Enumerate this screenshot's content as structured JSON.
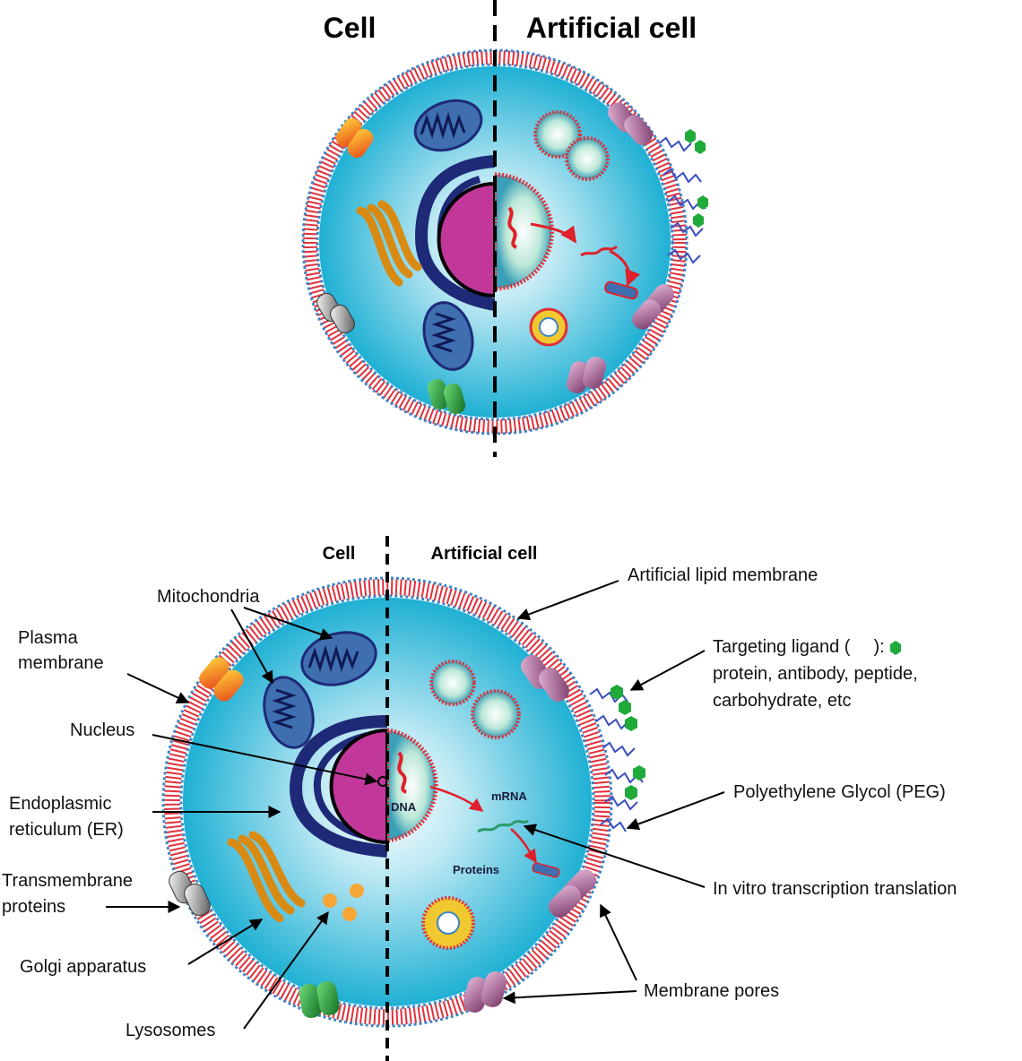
{
  "top_panel": {
    "header_left": "Cell",
    "header_right": "Artificial cell"
  },
  "bottom_panel": {
    "header_left": "Cell",
    "header_right": "Artificial cell",
    "labels": {
      "mitochondria": "Mitochondria",
      "plasma_membrane_1": "Plasma",
      "plasma_membrane_2": "membrane",
      "nucleus": "Nucleus",
      "er_1": "Endoplasmic",
      "er_2": "reticulum (ER)",
      "transmembrane_1": "Transmembrane",
      "transmembrane_2": "proteins",
      "golgi": "Golgi apparatus",
      "lysosomes": "Lysosomes",
      "artificial_lipid_membrane": "Artificial lipid membrane",
      "targeting_ligand_1a": "Targeting ligand (",
      "targeting_ligand_1b": "):",
      "targeting_ligand_2": "protein, antibody, peptide,",
      "targeting_ligand_3": "carbohydrate, etc",
      "peg": "Polyethylene Glycol (PEG)",
      "in_vitro": "In vitro transcription translation",
      "membrane_pores": "Membrane pores",
      "dna": "DNA",
      "mrna": "mRNA",
      "proteins": "Proteins"
    }
  },
  "colors": {
    "cytoplasm": "#2cb6d6",
    "membrane_red": "#e0303a",
    "membrane_blue": "#3a86c8",
    "nucleus": "#c2389a",
    "er": "#1e2a78",
    "golgi": "#d98a12",
    "ligand": "#1faa3a",
    "pore": "#9a5a8a"
  }
}
